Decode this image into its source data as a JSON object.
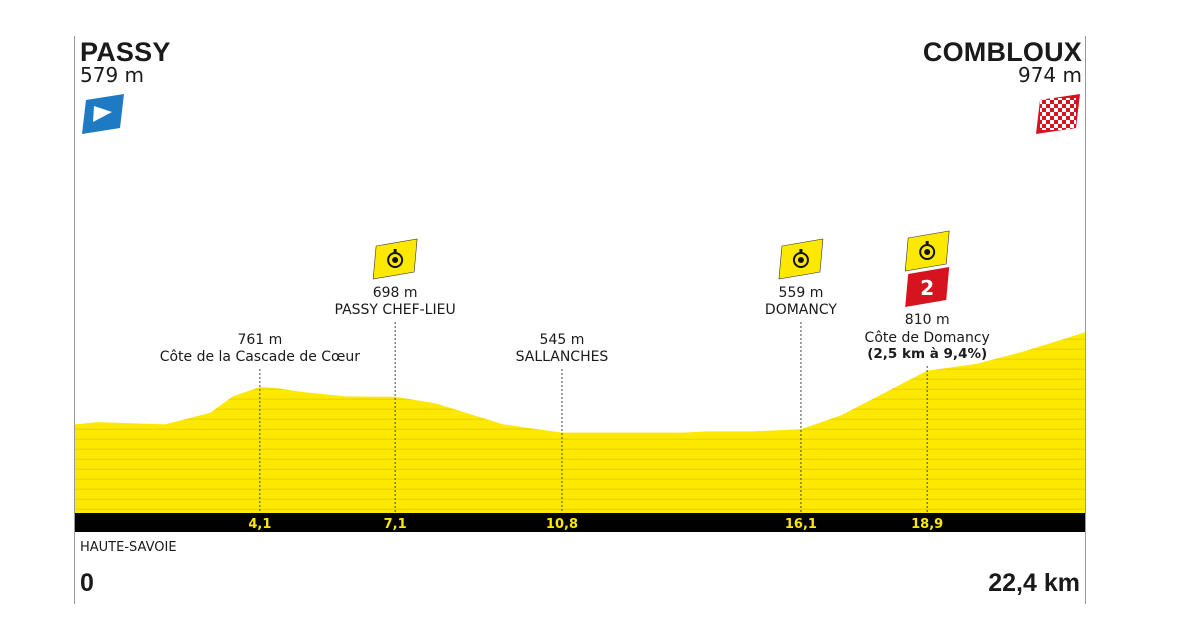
{
  "start": {
    "name": "PASSY",
    "altitude": "579 m"
  },
  "finish": {
    "name": "COMBLOUX",
    "altitude": "974 m"
  },
  "region": "HAUTE-SAVOIE",
  "distance": {
    "start_label": "0",
    "end_label": "22,4 km"
  },
  "colors": {
    "profile_fill": "#fde800",
    "profile_stripe": "#eed600",
    "axis_bar": "#000000",
    "km_text": "#fde800",
    "start_flag": "#1f7ac4",
    "finish_flag": "#d6141f",
    "badge_yellow": "#fde800",
    "badge_red": "#d6141f"
  },
  "chart_data": {
    "type": "area",
    "x_unit": "km",
    "y_unit": "m",
    "xlim": [
      0,
      22.4
    ],
    "ylim": [
      0,
      1100
    ],
    "grid": false,
    "profile": {
      "x": [
        0,
        0.5,
        2.0,
        3.0,
        3.5,
        4.1,
        4.5,
        5.0,
        6.0,
        7.1,
        8.0,
        9.5,
        10.8,
        12.0,
        13.5,
        14.0,
        15.0,
        16.1,
        17.0,
        18.0,
        18.9,
        20.0,
        21.0,
        22.0,
        22.4
      ],
      "y": [
        580,
        590,
        580,
        630,
        700,
        740,
        735,
        720,
        700,
        698,
        670,
        580,
        545,
        545,
        545,
        550,
        550,
        559,
        620,
        720,
        810,
        840,
        890,
        950,
        974
      ]
    },
    "markers": [
      {
        "km": 4.1,
        "km_label": "4,1",
        "altitude": "761 m",
        "name": "Côte de la Cascade de Cœur",
        "detail": "",
        "badge": ""
      },
      {
        "km": 7.1,
        "km_label": "7,1",
        "altitude": "698 m",
        "name": "PASSY CHEF-LIEU",
        "detail": "",
        "badge": "timing"
      },
      {
        "km": 10.8,
        "km_label": "10,8",
        "altitude": "545 m",
        "name": "SALLANCHES",
        "detail": "",
        "badge": ""
      },
      {
        "km": 16.1,
        "km_label": "16,1",
        "altitude": "559 m",
        "name": "DOMANCY",
        "detail": "",
        "badge": "timing"
      },
      {
        "km": 18.9,
        "km_label": "18,9",
        "altitude": "810 m",
        "name": "Côte de Domancy",
        "detail": "(2,5 km à 9,4%)",
        "badge": "timing+category",
        "category": "2"
      }
    ]
  }
}
